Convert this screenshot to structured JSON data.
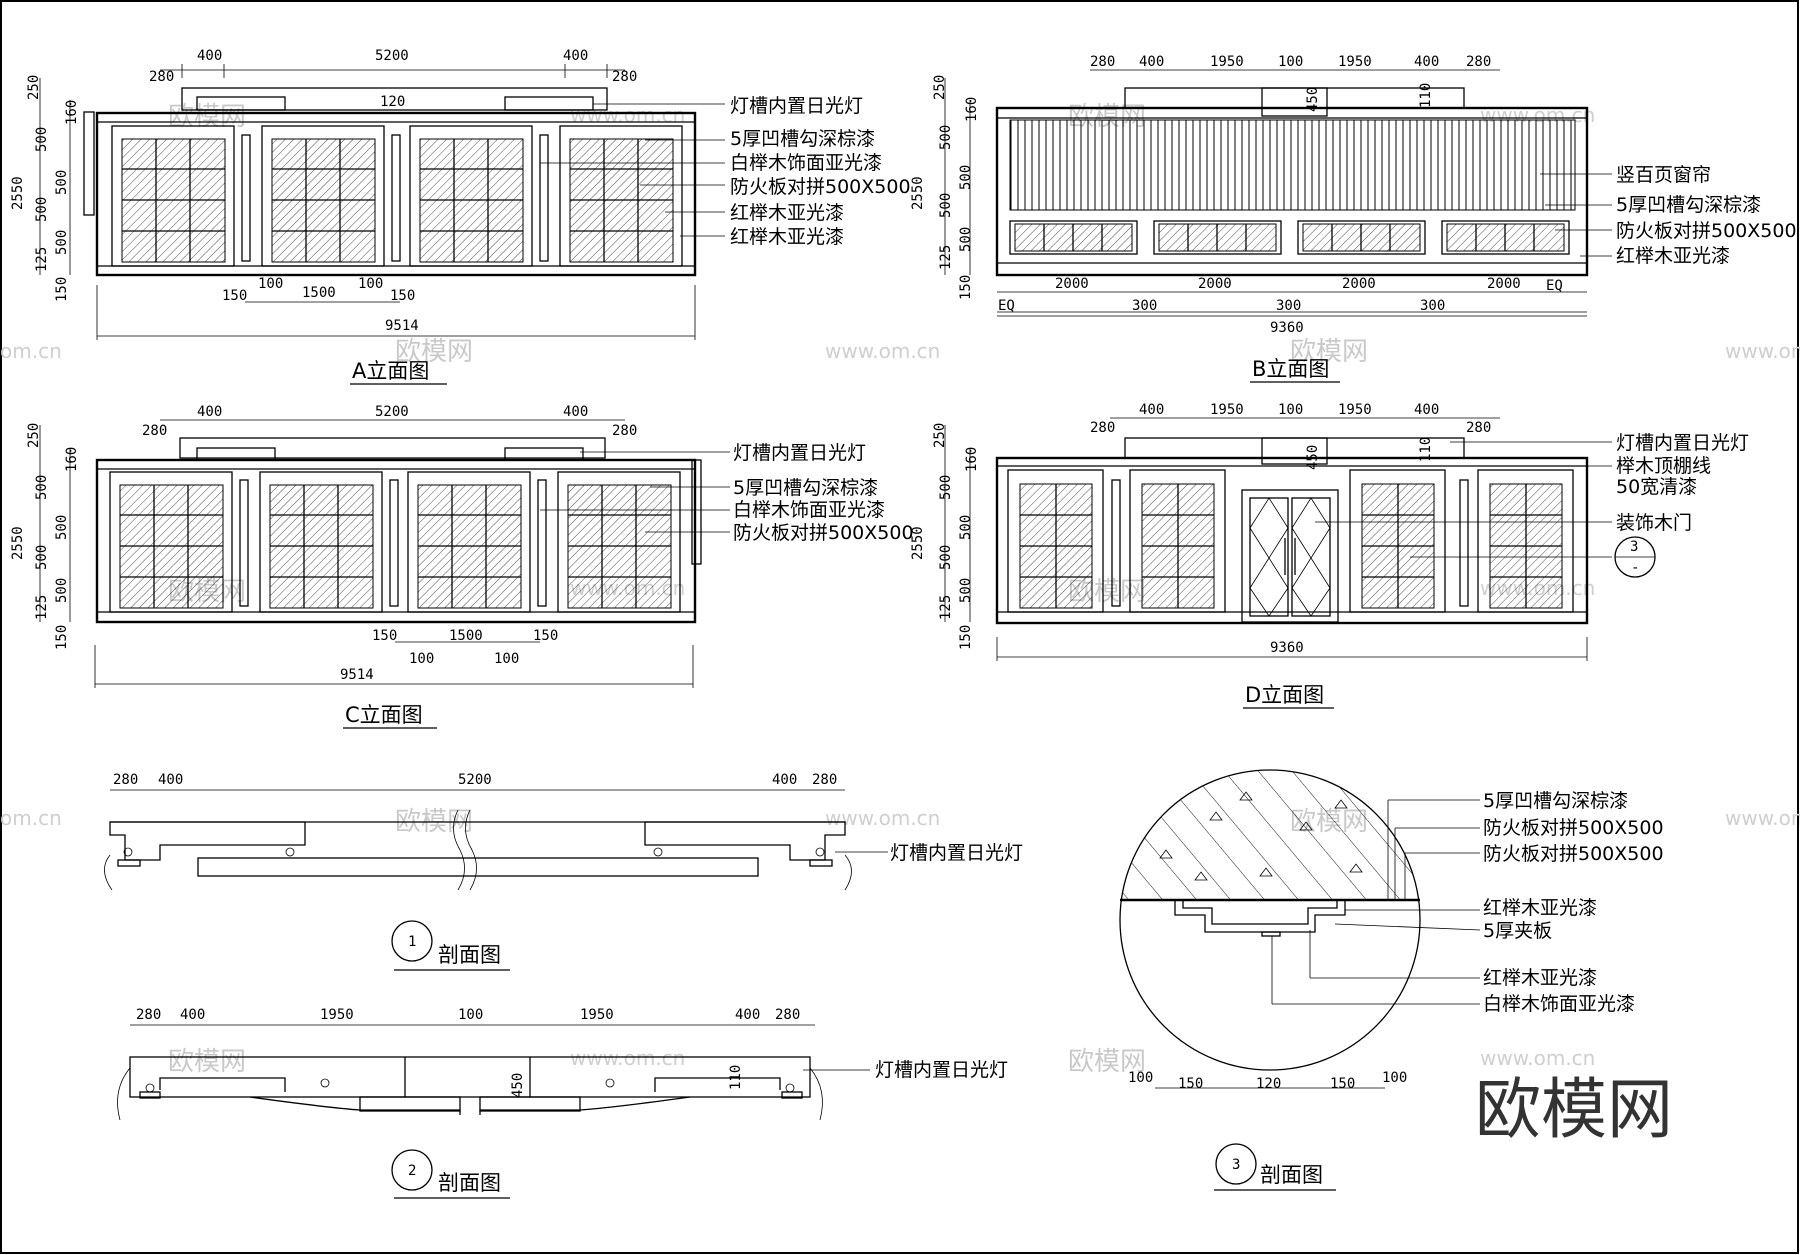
{
  "elev_a": {
    "title": "A立面图",
    "top_dims": [
      "280",
      "400",
      "5200",
      "400",
      "280",
      "120"
    ],
    "side_dims": [
      "250",
      "160",
      "2550",
      "500",
      "500",
      "500",
      "125",
      "500",
      "150"
    ],
    "bottom_dims": [
      "150",
      "100",
      "1500",
      "100",
      "150"
    ],
    "total": "9514",
    "notes": [
      "灯槽内置日光灯",
      "5厚凹槽勾深棕漆",
      "白榉木饰面亚光漆",
      "防火板对拼500X500",
      "红榉木亚光漆",
      "红榉木亚光漆"
    ]
  },
  "elev_b": {
    "title": "B立面图",
    "top_dims": [
      "280",
      "400",
      "1950",
      "100",
      "1950",
      "400",
      "280",
      "450",
      "110"
    ],
    "side_dims": [
      "250",
      "160",
      "2550",
      "500",
      "500",
      "500",
      "125",
      "500",
      "150"
    ],
    "bottom_dims": [
      "2000",
      "2000",
      "2000",
      "2000",
      "EQ",
      "EQ",
      "300",
      "300",
      "300"
    ],
    "total": "9360",
    "notes": [
      "竖百页窗帘",
      "5厚凹槽勾深棕漆",
      "防火板对拼500X500",
      "红榉木亚光漆"
    ]
  },
  "elev_c": {
    "title": "C立面图",
    "top_dims": [
      "280",
      "400",
      "5200",
      "400",
      "280"
    ],
    "side_dims": [
      "250",
      "160",
      "2550",
      "500",
      "500",
      "500",
      "125",
      "500",
      "150"
    ],
    "bottom_dims": [
      "150",
      "1500",
      "150",
      "100",
      "100"
    ],
    "total": "9514",
    "notes": [
      "灯槽内置日光灯",
      "5厚凹槽勾深棕漆",
      "白榉木饰面亚光漆",
      "防火板对拼500X500"
    ]
  },
  "elev_d": {
    "title": "D立面图",
    "top_dims": [
      "280",
      "400",
      "1950",
      "100",
      "1950",
      "400",
      "280",
      "450",
      "110"
    ],
    "side_dims": [
      "250",
      "160",
      "2550",
      "500",
      "500",
      "500",
      "125",
      "500",
      "150"
    ],
    "total": "9360",
    "notes": [
      "灯槽内置日光灯",
      "榉木顶棚线",
      "50宽清漆",
      "装饰木门"
    ],
    "callout": {
      "num": "3",
      "sub": "-"
    }
  },
  "section_1": {
    "title": "剖面图",
    "num": "1",
    "dims": [
      "280",
      "400",
      "5200",
      "400",
      "280"
    ],
    "note": "灯槽内置日光灯"
  },
  "section_2": {
    "title": "剖面图",
    "num": "2",
    "dims": [
      "280",
      "400",
      "1950",
      "100",
      "1950",
      "400",
      "280",
      "450",
      "110"
    ],
    "note": "灯槽内置日光灯"
  },
  "section_3": {
    "title": "剖面图",
    "num": "3",
    "dims": [
      "100",
      "150",
      "120",
      "150",
      "100"
    ],
    "notes": [
      "5厚凹槽勾深棕漆",
      "防火板对拼500X500",
      "防火板对拼500X500",
      "红榉木亚光漆",
      "5厚夹板",
      "红榉木亚光漆",
      "白榉木饰面亚光漆"
    ]
  },
  "watermark": {
    "logo": "欧模网",
    "url": "www.om.cn",
    "url_short": "om.cn"
  },
  "brand": "欧模网"
}
